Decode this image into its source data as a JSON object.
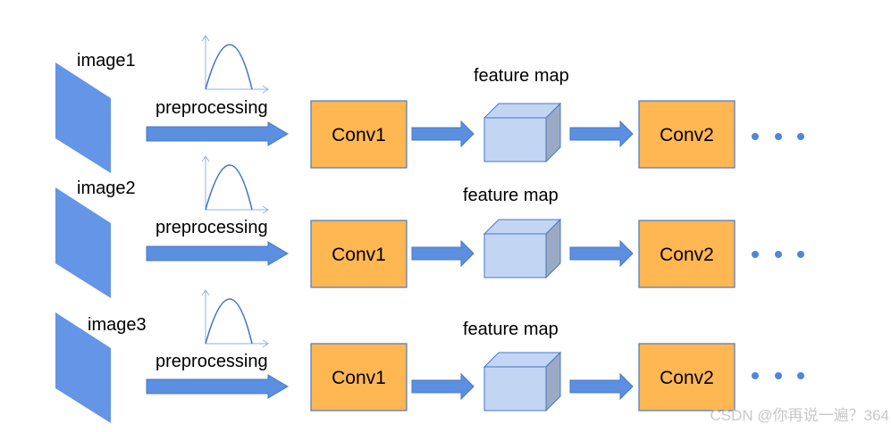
{
  "colors": {
    "image_fill": "#6495E6",
    "arrow_fill": "#5B8FE0",
    "arrow_stroke": "#4A78C4",
    "conv_fill": "#FFB752",
    "conv_stroke": "#4A78C4",
    "cube_front": "#C2D5F3",
    "cube_side": "#9AAAC4",
    "curve": "#4A78C4",
    "axis": "#8EB1EC",
    "dots": "#4F86DA"
  },
  "rows": [
    {
      "image_label": "image1",
      "preprocess_label": "preprocessing",
      "conv1_label": "Conv1",
      "feature_label": "feature map",
      "conv2_label": "Conv2"
    },
    {
      "image_label": "image2",
      "preprocess_label": "preprocessing",
      "conv1_label": "Conv1",
      "feature_label": "feature map",
      "conv2_label": "Conv2"
    },
    {
      "image_label": "image3",
      "preprocess_label": "preprocessing",
      "conv1_label": "Conv1",
      "feature_label": "feature map",
      "conv2_label": "Conv2"
    }
  ],
  "watermark": "CSDN @你再说一遍？364"
}
